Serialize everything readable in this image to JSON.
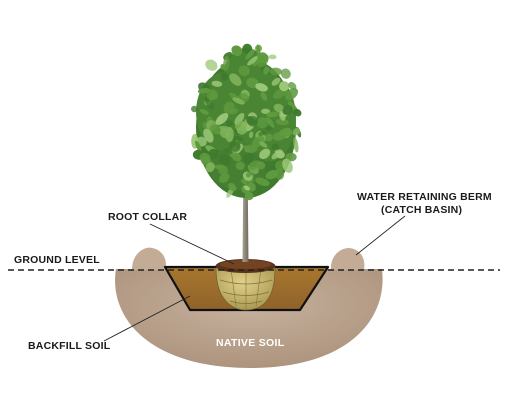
{
  "labels": {
    "ground_level": "GROUND LEVEL",
    "root_collar": "ROOT COLLAR",
    "berm_line1": "WATER RETAINING BERM",
    "berm_line2": "(CATCH BASIN)",
    "backfill_soil": "BACKFILL SOIL",
    "native_soil": "NATIVE SOIL"
  },
  "colors": {
    "native_soil": "#b39a83",
    "berm": "#c3ab95",
    "backfill": "#9a6a2c",
    "hole_outline": "#111111",
    "trunk": "#8f8a7d",
    "leaf_dark": "#3f7a2e",
    "leaf_mid": "#5f9a3f",
    "leaf_light": "#9cc778",
    "root_ball": "#c9b86a",
    "root_ball_top": "#5a3218",
    "ground_line": "#222222",
    "leader": "#222222"
  },
  "icons": {
    "tree": "deciduous-tree-icon",
    "root_ball": "root-ball-icon"
  }
}
